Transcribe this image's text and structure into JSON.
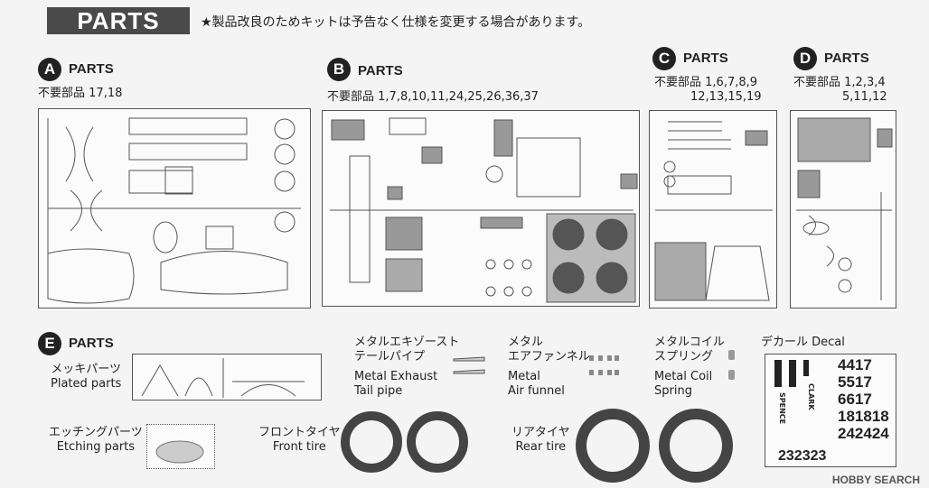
{
  "header": {
    "title": "PARTS",
    "note": "★製品改良のためキットは予告なく仕様を変更する場合があります。"
  },
  "sections": {
    "a": {
      "letter": "A",
      "title": "PARTS",
      "unused_label": "不要部品",
      "unused": "17,18"
    },
    "b": {
      "letter": "B",
      "title": "PARTS",
      "unused_label": "不要部品",
      "unused": "1,7,8,10,11,24,25,26,36,37"
    },
    "c": {
      "letter": "C",
      "title": "PARTS",
      "unused_label": "不要部品",
      "unused_line1": "1,6,7,8,9",
      "unused_line2": "12,13,15,19"
    },
    "d": {
      "letter": "D",
      "title": "PARTS",
      "unused_label": "不要部品",
      "unused_line1": "1,2,3,4",
      "unused_line2": "5,11,12"
    },
    "e": {
      "letter": "E",
      "title": "PARTS",
      "plated_jp": "メッキパーツ",
      "plated_en": "Plated parts"
    }
  },
  "items": {
    "exhaust": {
      "jp1": "メタルエキゾースト",
      "jp2": "テールパイプ",
      "en1": "Metal Exhaust",
      "en2": "Tail pipe"
    },
    "funnel": {
      "jp1": "メタル",
      "jp2": "エアファンネル",
      "en1": "Metal",
      "en2": "Air funnel"
    },
    "spring": {
      "jp1": "メタルコイル",
      "jp2": "スプリング",
      "en1": "Metal Coil",
      "en2": "Spring"
    },
    "decal": {
      "label": "デカール Decal",
      "names": [
        "SPENCE",
        "CLARK"
      ],
      "numbers": [
        [
          "4",
          "4",
          "17"
        ],
        [
          "5",
          "5",
          "17"
        ],
        [
          "6",
          "6",
          "17"
        ],
        [
          "18",
          "18",
          "18"
        ],
        [
          "24",
          "24",
          "24"
        ],
        [
          "23",
          "23",
          "23"
        ]
      ]
    },
    "etching": {
      "jp": "エッチングパーツ",
      "en": "Etching parts"
    },
    "front_tire": {
      "jp": "フロントタイヤ",
      "en": "Front tire"
    },
    "rear_tire": {
      "jp": "リアタイヤ",
      "en": "Rear tire"
    }
  },
  "watermark": "HOBBY SEARCH"
}
